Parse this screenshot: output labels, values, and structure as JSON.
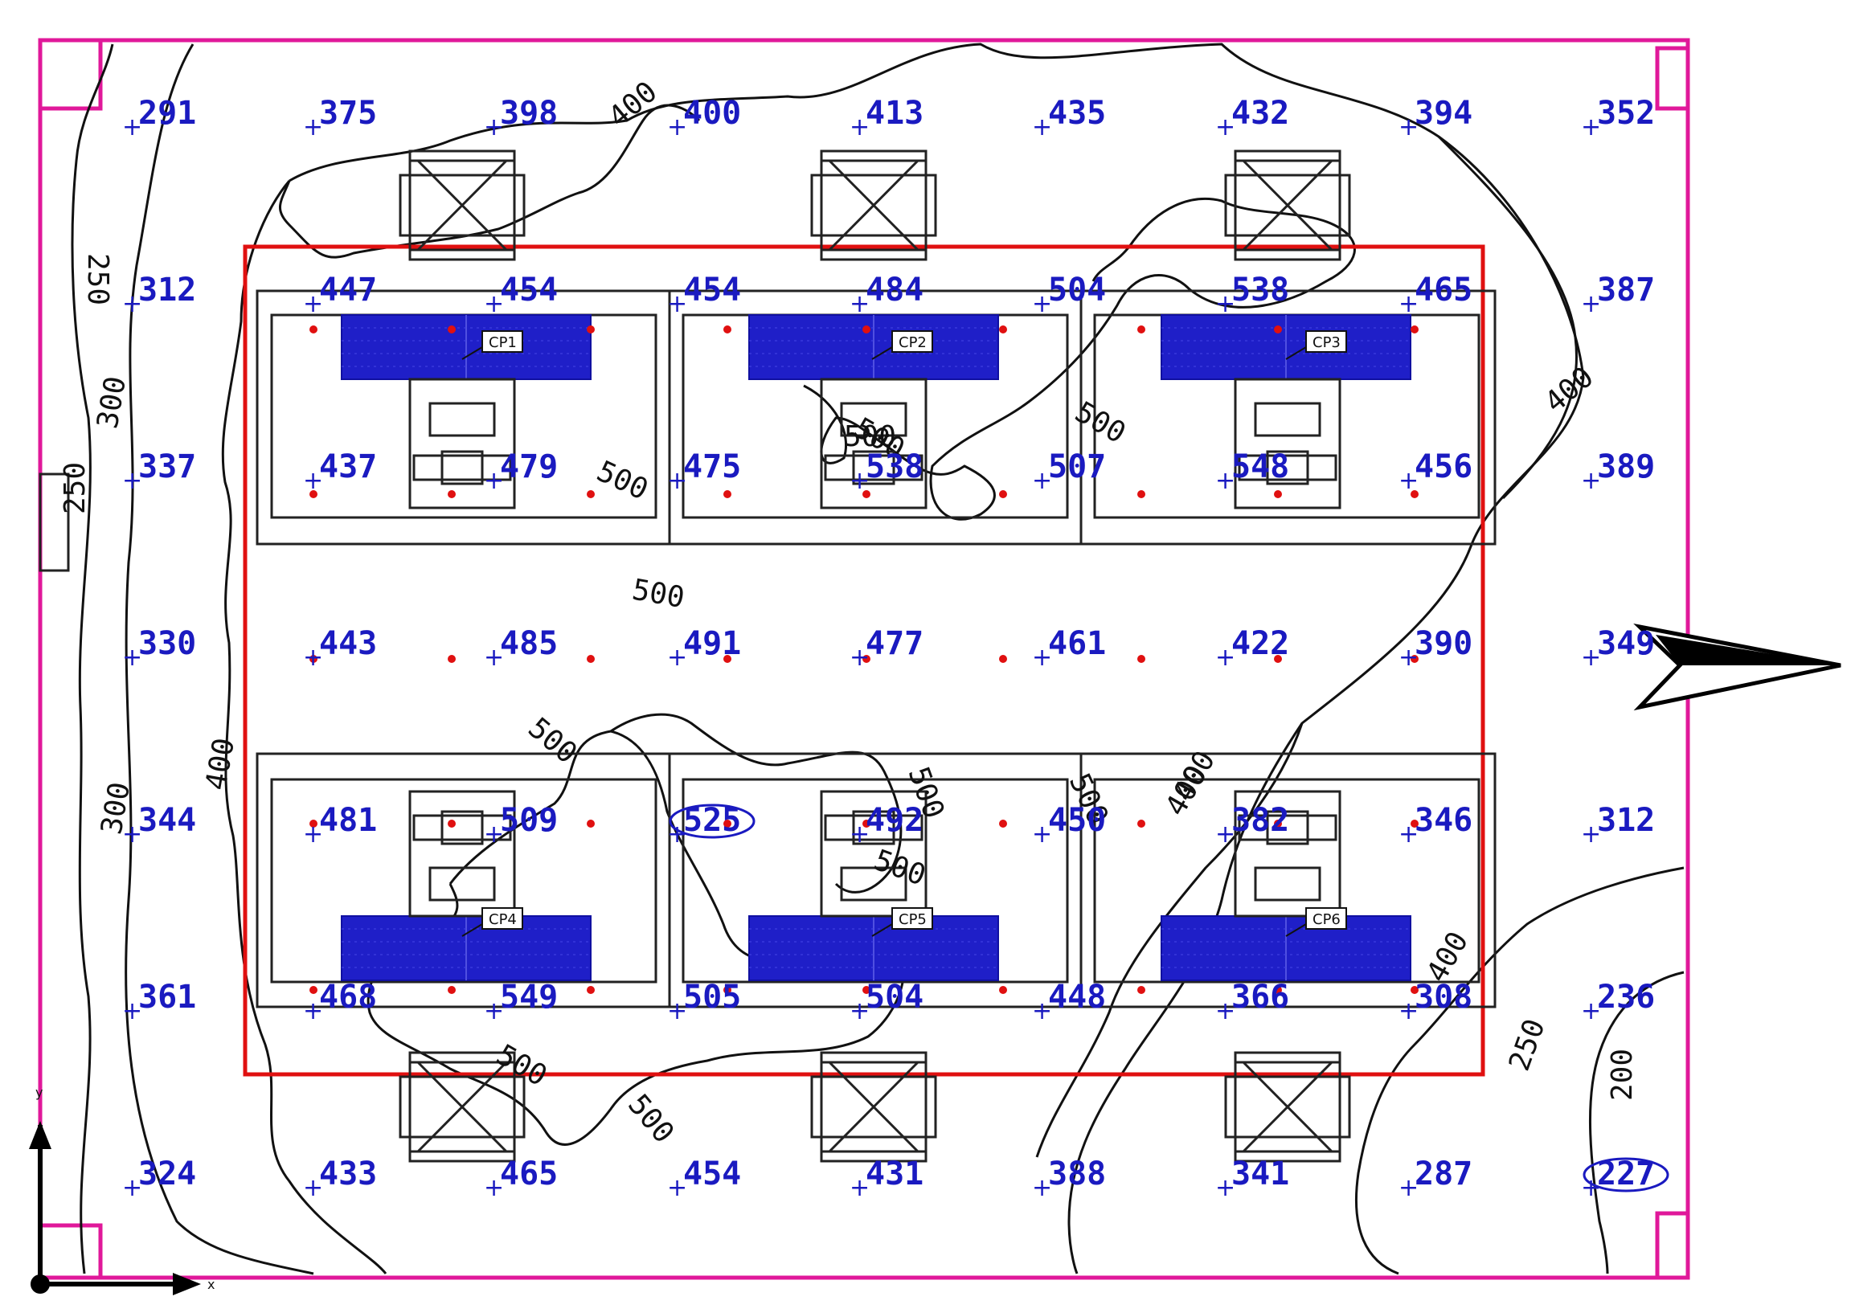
{
  "grid": {
    "rows": [
      [
        "291",
        "375",
        "398",
        "400",
        "413",
        "435",
        "432",
        "394",
        "352"
      ],
      [
        "312",
        "447",
        "454",
        "454",
        "484",
        "504",
        "538",
        "465",
        "387"
      ],
      [
        "337",
        "437",
        "479",
        "475",
        "538",
        "507",
        "548",
        "456",
        "389"
      ],
      [
        "330",
        "443",
        "485",
        "491",
        "477",
        "461",
        "422",
        "390",
        "349"
      ],
      [
        "344",
        "481",
        "509",
        "525",
        "492",
        "450",
        "382",
        "346",
        "312"
      ],
      [
        "361",
        "468",
        "549",
        "505",
        "504",
        "448",
        "366",
        "308",
        "236"
      ],
      [
        "324",
        "433",
        "465",
        "454",
        "431",
        "388",
        "341",
        "287",
        "227"
      ]
    ],
    "circled_values": [
      "525",
      "227"
    ]
  },
  "workstations": [
    {
      "label": "CP1"
    },
    {
      "label": "CP2"
    },
    {
      "label": "CP3"
    },
    {
      "label": "CP4"
    },
    {
      "label": "CP5"
    },
    {
      "label": "CP6"
    }
  ],
  "contour_labels": [
    {
      "text": "250",
      "rot": 90
    },
    {
      "text": "300",
      "rot": -80
    },
    {
      "text": "250",
      "rot": -90
    },
    {
      "text": "300",
      "rot": -80
    },
    {
      "text": "400",
      "rot": -80
    },
    {
      "text": "400",
      "rot": -40
    },
    {
      "text": "400",
      "rot": -40
    },
    {
      "text": "500",
      "rot": 25
    },
    {
      "text": "500",
      "rot": 10
    },
    {
      "text": "500",
      "rot": 30
    },
    {
      "text": "500",
      "rot": 65
    },
    {
      "text": "500",
      "rot": 40
    },
    {
      "text": "500",
      "rot": 0
    },
    {
      "text": "500",
      "rot": 70
    },
    {
      "text": "500",
      "rot": 30
    },
    {
      "text": "500",
      "rot": 50
    },
    {
      "text": "500",
      "rot": 20
    },
    {
      "text": "500",
      "rot": 30
    },
    {
      "text": "400",
      "rot": -60
    },
    {
      "text": "400",
      "rot": -60
    },
    {
      "text": "400",
      "rot": -60
    },
    {
      "text": "250",
      "rot": -70
    },
    {
      "text": "200",
      "rot": -90
    }
  ],
  "axes": {
    "x": "x",
    "y": "y"
  },
  "colors": {
    "wall": "#e0189a",
    "zone": "#e01010",
    "values": "#1a1ac0",
    "panel": "#1f1fc8"
  },
  "icons": {
    "north_arrow": "arrow-icon",
    "desk_chair": "chair-icon"
  }
}
